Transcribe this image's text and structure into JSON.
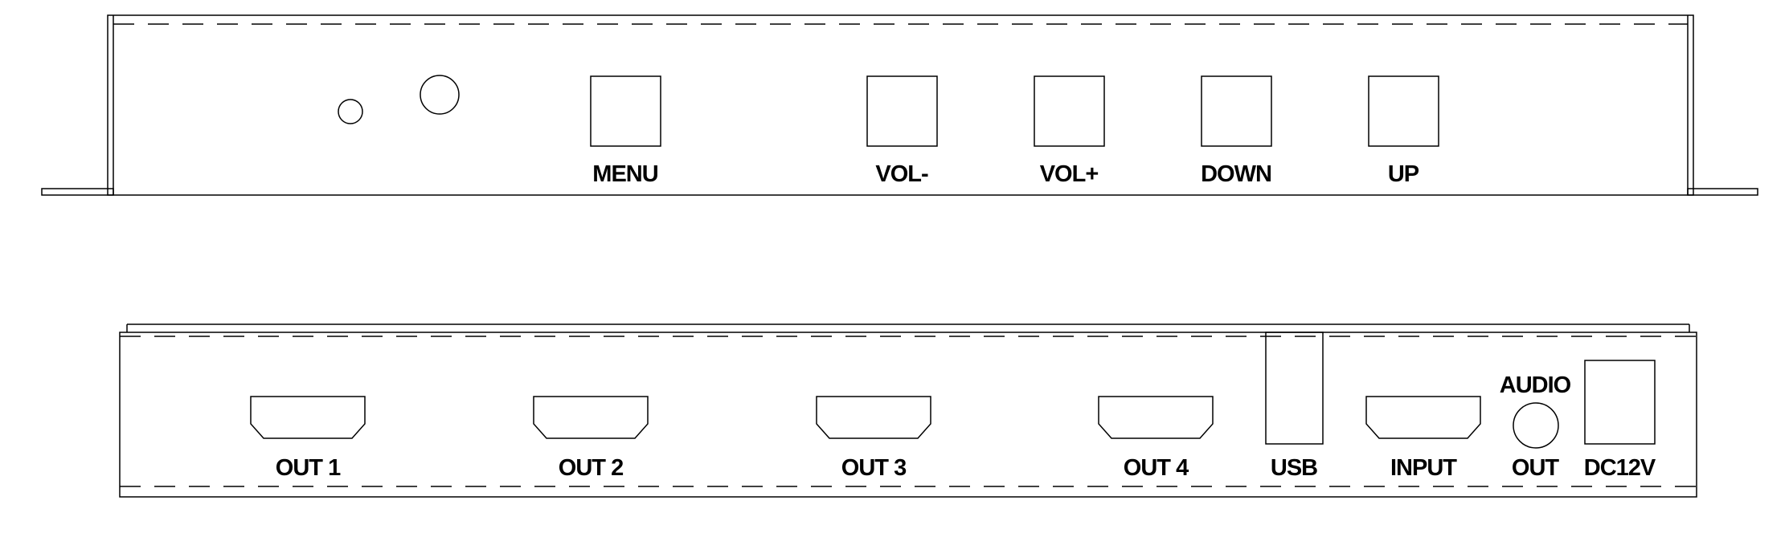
{
  "front_panel": {
    "buttons": [
      {
        "label": "MENU",
        "icon": "square-button"
      },
      {
        "label": "VOL-",
        "icon": "square-button"
      },
      {
        "label": "VOL+",
        "icon": "square-button"
      },
      {
        "label": "DOWN",
        "icon": "square-button"
      },
      {
        "label": "UP",
        "icon": "square-button"
      }
    ],
    "indicators": [
      {
        "icon": "led-indicator"
      },
      {
        "icon": "ir-receiver"
      }
    ]
  },
  "rear_panel": {
    "ports": [
      {
        "label": "OUT 1",
        "icon": "hdmi-port"
      },
      {
        "label": "OUT 2",
        "icon": "hdmi-port"
      },
      {
        "label": "OUT 3",
        "icon": "hdmi-port"
      },
      {
        "label": "OUT 4",
        "icon": "hdmi-port"
      },
      {
        "label": "USB",
        "icon": "usb-port"
      },
      {
        "label": "INPUT",
        "icon": "hdmi-port"
      },
      {
        "label_top": "AUDIO",
        "label": "OUT",
        "icon": "audio-jack"
      },
      {
        "label": "DC12V",
        "icon": "dc-power-jack"
      }
    ]
  }
}
